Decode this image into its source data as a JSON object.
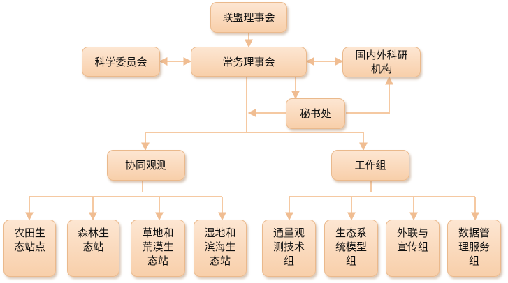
{
  "nodes": {
    "council": "联盟理事会",
    "science_committee": "科学委员会",
    "standing_council": "常务理事会",
    "domestic_foreign": "国内外科研机构",
    "secretariat": "秘书处",
    "collab_observation": "协同观测",
    "working_groups": "工作组",
    "farmland": "农田生态站点",
    "forest": "森林生态站",
    "grassland_desert": "草地和荒漠生态站",
    "wetland_coastal": "湿地和滨海生态站",
    "flux_tech": "通量观测技术组",
    "ecosystem_model": "生态系统模型组",
    "outreach": "外联与宣传组",
    "data_service": "数据管理服务组"
  },
  "colors": {
    "node_fill_top": "#fde6d2",
    "node_fill_bottom": "#f8cfaa",
    "connector": "#f5c9a2"
  }
}
